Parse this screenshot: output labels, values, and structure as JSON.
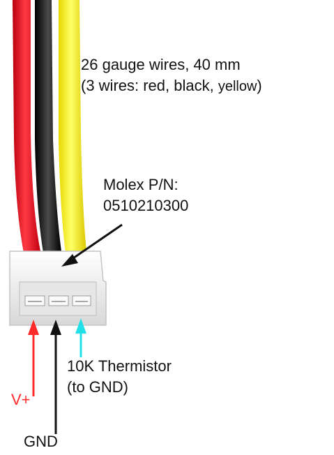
{
  "wires": {
    "line1": "26 gauge wires, 40 mm",
    "line2_prefix": "(3 wires: red, black, ",
    "line2_yellow": "yellow",
    "line2_suffix": ")"
  },
  "molex": {
    "line1": "Molex P/N:",
    "line2": "0510210300"
  },
  "thermistor": {
    "line1": "10K Thermistor",
    "line2": "(to GND)"
  },
  "vplus": {
    "label": "V+"
  },
  "gnd": {
    "label": "GND"
  },
  "colors": {
    "red_wire": "#ee1c2a",
    "black_wire": "#151515",
    "yellow_wire": "#fff200",
    "thermistor_arrow": "#22e0e8",
    "vplus_arrow": "#ff2a2a",
    "connector": "#f2f2f2"
  }
}
